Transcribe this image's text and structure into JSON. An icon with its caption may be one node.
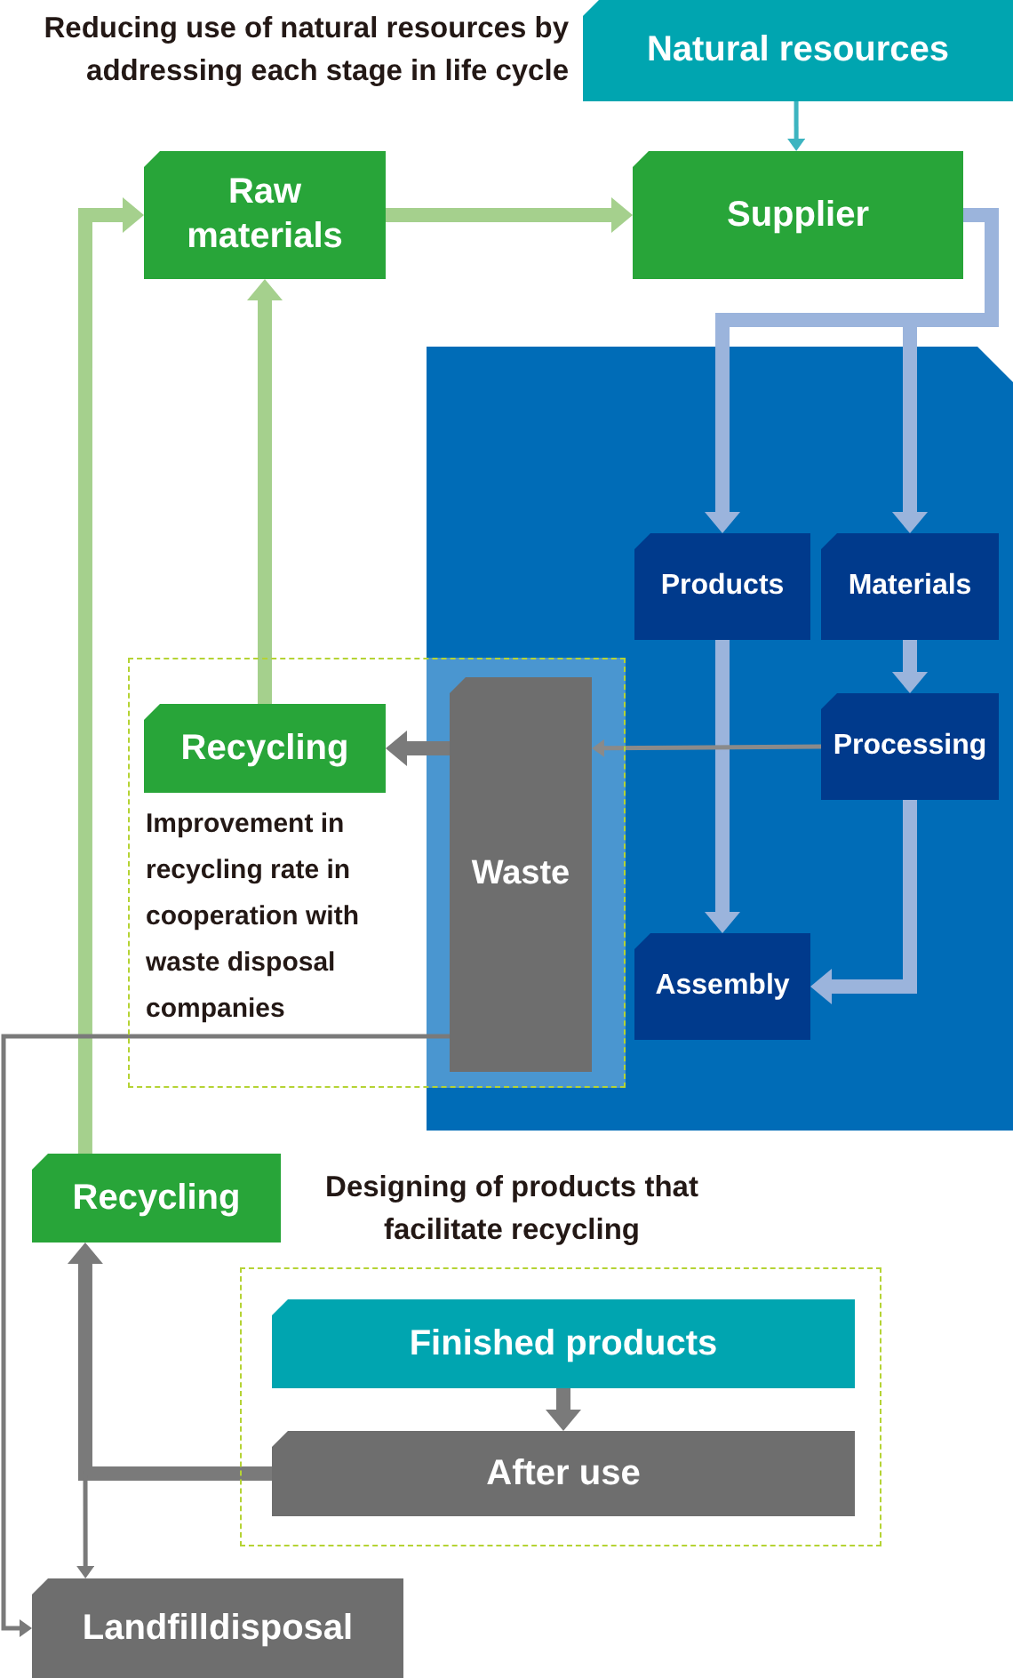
{
  "diagram": {
    "nodes": [
      {
        "text": [
          "Natural resources"
        ]
      },
      {
        "text": [
          "Raw materials"
        ]
      },
      {
        "text": [
          "Supplier"
        ]
      },
      {
        "text": [],
        "shape": "box"
      },
      {
        "text": [
          "Products"
        ],
        "in": 3
      },
      {
        "text": [
          "Materials"
        ],
        "in": 3
      },
      {
        "text": [
          "Processing"
        ],
        "in": 3
      },
      {
        "text": [
          "Assembly"
        ],
        "in": 3
      },
      {
        "text": [
          "Recycling"
        ],
        "beside": [
          "Improvement in recycling rate in cooperation with waste disposal companies"
        ]
      },
      {
        "text": [
          "Waste"
        ],
        "in": 3
      },
      {
        "text": [
          "Recycling"
        ]
      },
      {
        "text": [
          "Finished products"
        ]
      },
      {
        "text": [
          "After use"
        ]
      },
      {
        "text": [
          "Landfilldisposal"
        ]
      }
    ],
    "edges": [
      {
        "from": 0,
        "to": 2,
        "arrow": "to",
        "color": "#3db4c0"
      },
      {
        "from": 1,
        "to": 2,
        "arrow": "to",
        "color": "#a5d08d"
      },
      {
        "from": 2,
        "to": 4,
        "arrow": "to"
      },
      {
        "from": 2,
        "to": 5,
        "arrow": "to"
      },
      {
        "from": 5,
        "to": 6,
        "arrow": "to"
      },
      {
        "from": 4,
        "to": 7,
        "arrow": "to"
      },
      {
        "from": 6,
        "to": 7,
        "arrow": "to"
      },
      {
        "from": 6,
        "to": 9,
        "arrow": "to",
        "color": "#8a8a8a"
      },
      {
        "from": 9,
        "to": 8,
        "arrow": "to",
        "color": "#7a7a7a"
      },
      {
        "from": 8,
        "to": 1,
        "arrow": "to",
        "color": "#a5d08d"
      },
      {
        "from": 10,
        "to": 1,
        "arrow": "to",
        "color": "#a5d08d"
      },
      {
        "from": 9,
        "to": 13,
        "arrow": "to",
        "color": "#7a7a7a"
      },
      {
        "from": 11,
        "to": 12,
        "arrow": "to",
        "color": "#7a7a7a"
      },
      {
        "from": 12,
        "to": 10,
        "arrow": "to",
        "color": "#7a7a7a"
      },
      {
        "from": 12,
        "to": 13,
        "arrow": "to",
        "color": "#7a7a7a"
      }
    ],
    "labels": [
      "Reducing use of natural resources by addressing each stage in life cycle",
      "Designing of products that facilitate recycling"
    ]
  }
}
